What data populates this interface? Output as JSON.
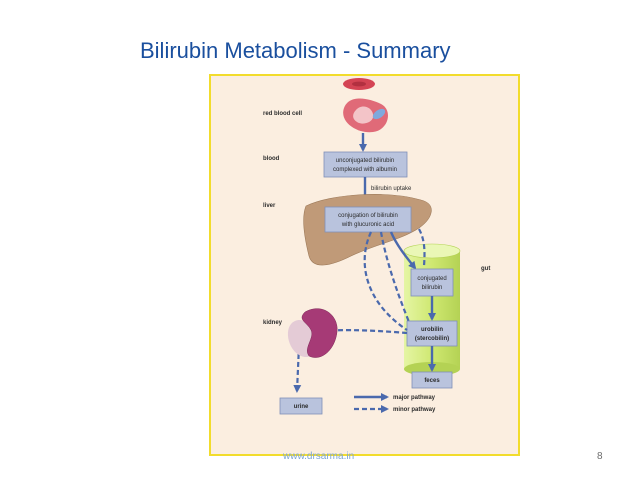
{
  "slide": {
    "title": "Bilirubin Metabolism - Summary",
    "footer_url": "www.drsarma.in",
    "page_number": "8"
  },
  "diagram": {
    "row_labels": {
      "rbc": "red blood cell",
      "blood": "blood",
      "liver": "liver",
      "kidney": "kidney",
      "gut": "gut"
    },
    "boxes": {
      "unconj_1": "unconjugated bilirubin",
      "unconj_2": "complexed with albumin",
      "conjugation_1": "conjugation of bilirubin",
      "conjugation_2": "with glucuronic acid",
      "conj_bili_1": "conjugated",
      "conj_bili_2": "bilirubin",
      "urobilin_1": "urobilin",
      "urobilin_2": "(stercobilin)",
      "feces": "feces",
      "urine": "urine"
    },
    "annotations": {
      "uptake": "bilirubin uptake"
    },
    "legend": {
      "major": "major pathway",
      "minor": "minor pathway"
    },
    "colors": {
      "panel_bg": "#fbeee0",
      "frame": "#f2dc2c",
      "box_fill": "#b9c3dd",
      "box_stroke": "#7f8fb8",
      "arrow": "#4a69ad",
      "liver": "#c09a78",
      "gut": "#d7ef83",
      "kidney": "#a63a76",
      "rbc": "#d44454"
    }
  }
}
